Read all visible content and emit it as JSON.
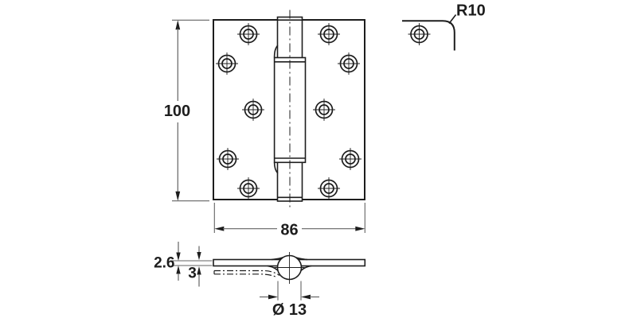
{
  "drawing": {
    "views": {
      "front": {
        "name": "hinge-front-view",
        "screw_holes": 10
      },
      "corner_detail": {
        "name": "corner-radius-detail",
        "screw_holes": 1
      },
      "section": {
        "name": "hinge-section-view"
      }
    },
    "dimensions": {
      "height": {
        "label": "100",
        "value": 100
      },
      "width": {
        "label": "86",
        "value": 86
      },
      "corner_radius": {
        "label": "R10",
        "value": 10
      },
      "leaf_thickness": {
        "label": "2.6",
        "value": 2.6
      },
      "mortise_depth": {
        "label": "3",
        "value": 3
      },
      "knuckle_diameter": {
        "label": "Ø 13",
        "value": 13
      }
    },
    "colors": {
      "outline": "#1d1d1d",
      "thin_line": "#636363",
      "background": "#ffffff"
    }
  }
}
